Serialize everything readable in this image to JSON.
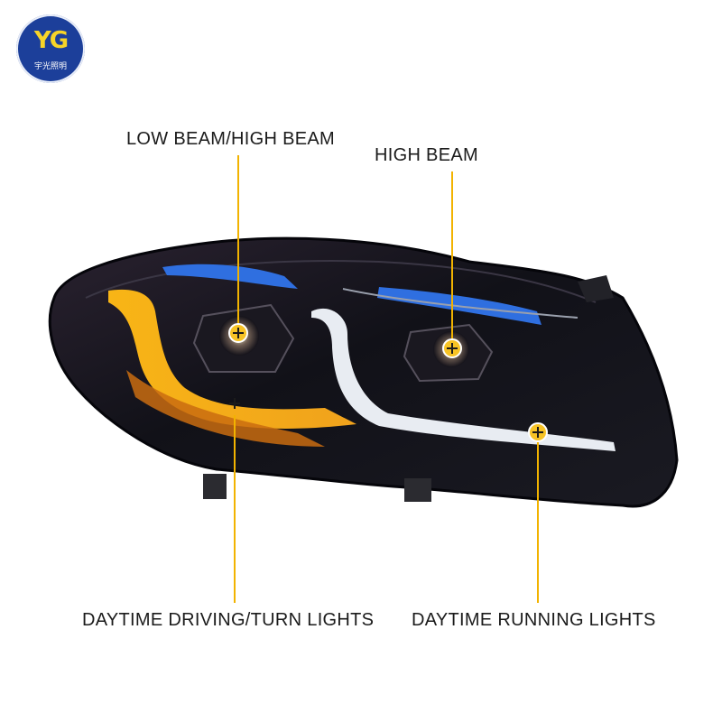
{
  "logo": {
    "mark": "YG",
    "text": "宇光照明"
  },
  "callouts": {
    "low_high_beam": "LOW BEAM/HIGH BEAM",
    "high_beam": "HIGH BEAM",
    "daytime_driving_turn": "DAYTIME DRIVING/TURN LIGHTS",
    "daytime_running": "DAYTIME RUNNING LIGHTS"
  },
  "colors": {
    "callout_line": "#f2b300",
    "marker_fill": "#f7c325",
    "housing": "#0c0c10",
    "amber_drl": "#f5a50f",
    "blue_accent": "#2f6fe0",
    "white_drl": "#e8ecf2"
  }
}
